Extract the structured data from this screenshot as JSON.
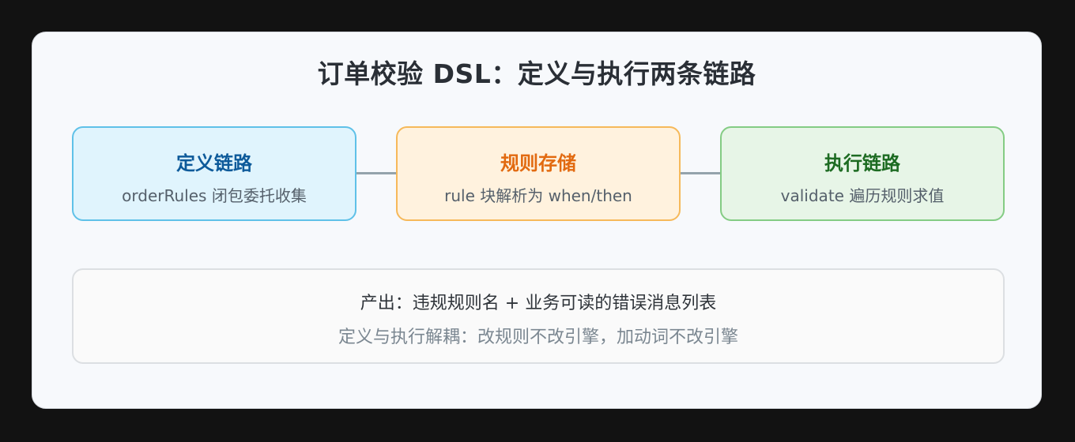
{
  "title": "订单校验 DSL：定义与执行两条链路",
  "nodes": [
    {
      "title": "定义链路",
      "subtitle": "orderRules 闭包委托收集"
    },
    {
      "title": "规则存储",
      "subtitle": "rule 块解析为 when/then"
    },
    {
      "title": "执行链路",
      "subtitle": "validate 遍历规则求值"
    }
  ],
  "summary": {
    "output": "产出：违规规则名 + 业务可读的错误消息列表",
    "note": "定义与执行解耦：改规则不改引擎，加动词不改引擎"
  },
  "colors": {
    "definition_accent": "#0d5a9a",
    "storage_accent": "#e26a10",
    "execution_accent": "#1d6b22",
    "connector": "#94a3ab"
  }
}
